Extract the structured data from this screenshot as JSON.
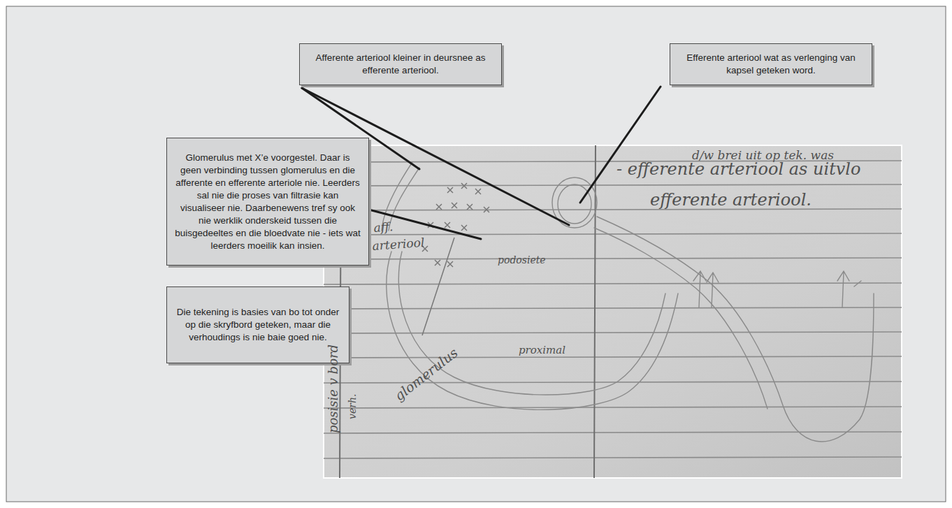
{
  "diagram": {
    "nodes": [
      {
        "text": [
          "Afferente arteriool kleiner in deursnee as efferente arteriool."
        ]
      },
      {
        "text": [
          "Efferente arteriool wat as verlenging van kapsel geteken word."
        ]
      },
      {
        "text": [
          "Glomerulus met X’e voorgestel. Daar is geen verbinding tussen glomerulus en die afferente en efferente arteriole nie. Leerders sal nie die proses van filtrasie kan visualiseer nie. Daarbenewens tref sy ook nie werklik onderskeid tussen die buisgedeeltes en die bloedvate nie - iets wat leerders moeilik kan insien."
        ]
      },
      {
        "text": [
          "Die tekening is basies van bo tot onder op die skryfbord geteken, maar die verhoudings is nie baie goed nie."
        ]
      }
    ],
    "labels": [
      "d/w brei uit op tek. was",
      "- efferente arteriool as uitvlo",
      "efferente arteriool.",
      "aff.",
      "arteriool",
      "podosiete",
      "glomerulus",
      "proximal",
      "posisie v bord",
      "verh."
    ]
  }
}
